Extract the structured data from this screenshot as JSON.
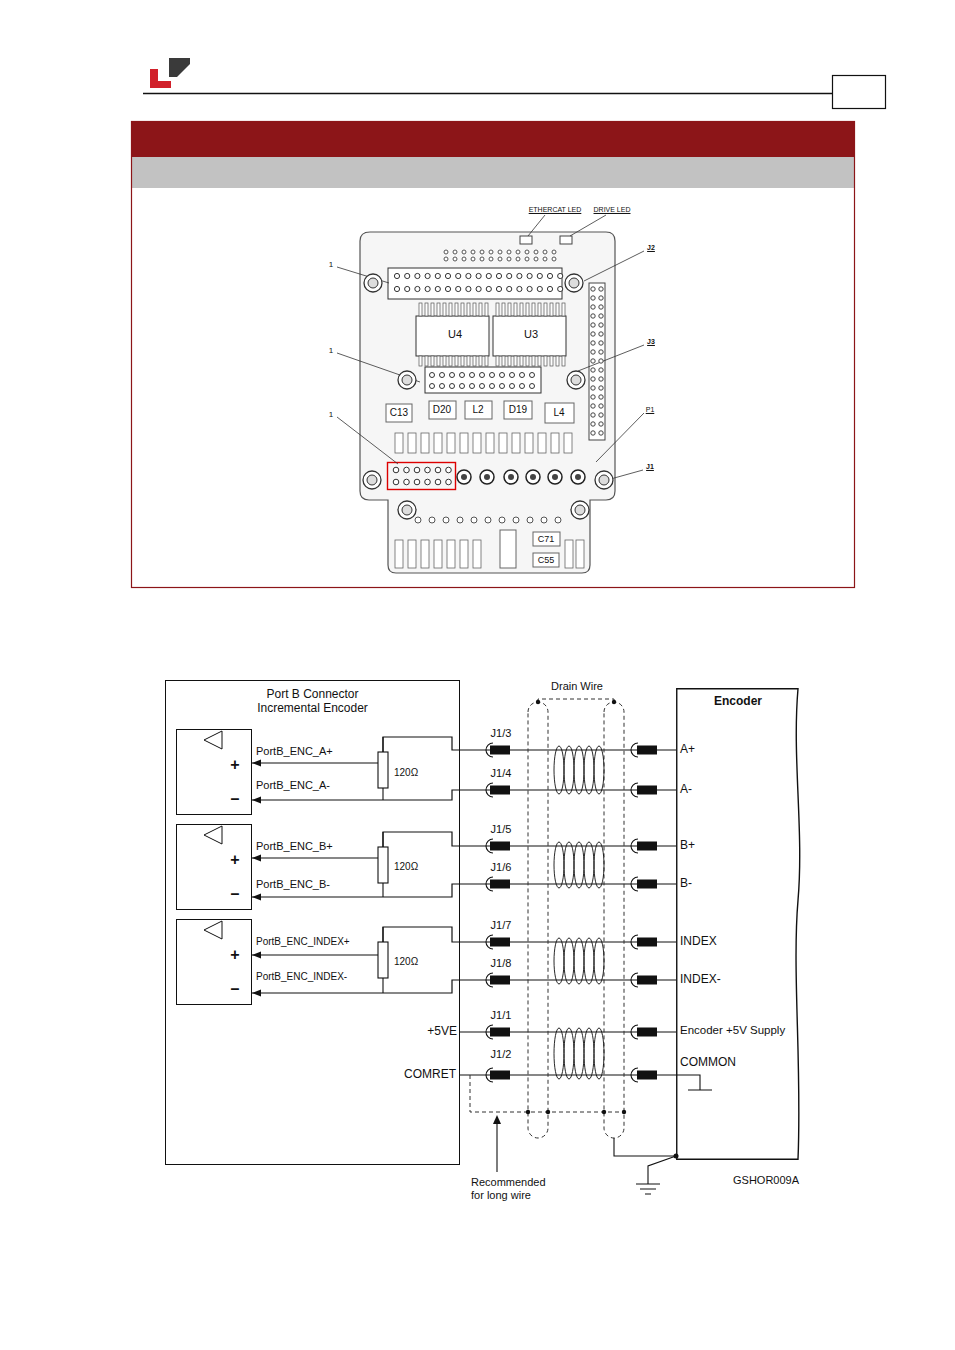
{
  "diagram": {
    "nodes": [
      {
        "text": [
          "Port B Connector Incremental Encoder"
        ]
      },
      {
        "text": [
          "+",
          "–"
        ],
        "in": 0
      },
      {
        "text": [
          "+",
          "–"
        ],
        "in": 0
      },
      {
        "text": [
          "+",
          "–"
        ],
        "in": 0
      },
      {
        "text": [
          "Encoder"
        ]
      }
    ],
    "edges": [
      {
        "from": 4,
        "to": 1,
        "arrow": "to",
        "label": "J1/3"
      },
      {
        "from": 4,
        "to": 1,
        "arrow": "to",
        "label": "J1/4"
      },
      {
        "from": 4,
        "to": 2,
        "arrow": "to",
        "label": "J1/5"
      },
      {
        "from": 4,
        "to": 2,
        "arrow": "to",
        "label": "J1/6"
      },
      {
        "from": 4,
        "to": 3,
        "arrow": "to",
        "label": "J1/7"
      },
      {
        "from": 4,
        "to": 3,
        "arrow": "to",
        "label": "J1/8"
      },
      {
        "from": 0,
        "to": 4,
        "arrow": "none",
        "label": "J1/1"
      },
      {
        "from": 0,
        "to": 4,
        "arrow": "none",
        "label": "J1/2"
      }
    ],
    "labels": [
      "ETHERCAT LED",
      "DRIVE LED",
      "1",
      "J2",
      "1",
      "J3",
      "1",
      "P1",
      "J1",
      "U4",
      "U3",
      "C13",
      "D20",
      "L2",
      "D19",
      "L4",
      "C71",
      "C55",
      "Drain Wire",
      "PortB_ENC_A+",
      "PortB_ENC_A-",
      "120Ω",
      "PortB_ENC_B+",
      "PortB_ENC_B-",
      "120Ω",
      "PortB_ENC_INDEX+",
      "PortB_ENC_INDEX-",
      "120Ω",
      "A+",
      "A-",
      "B+",
      "B-",
      "INDEX",
      "INDEX-",
      "Encoder +5V Supply",
      "COMMON",
      "+5VE",
      "COMRET",
      "Recommended for long wire",
      "GSHOR009A"
    ]
  }
}
